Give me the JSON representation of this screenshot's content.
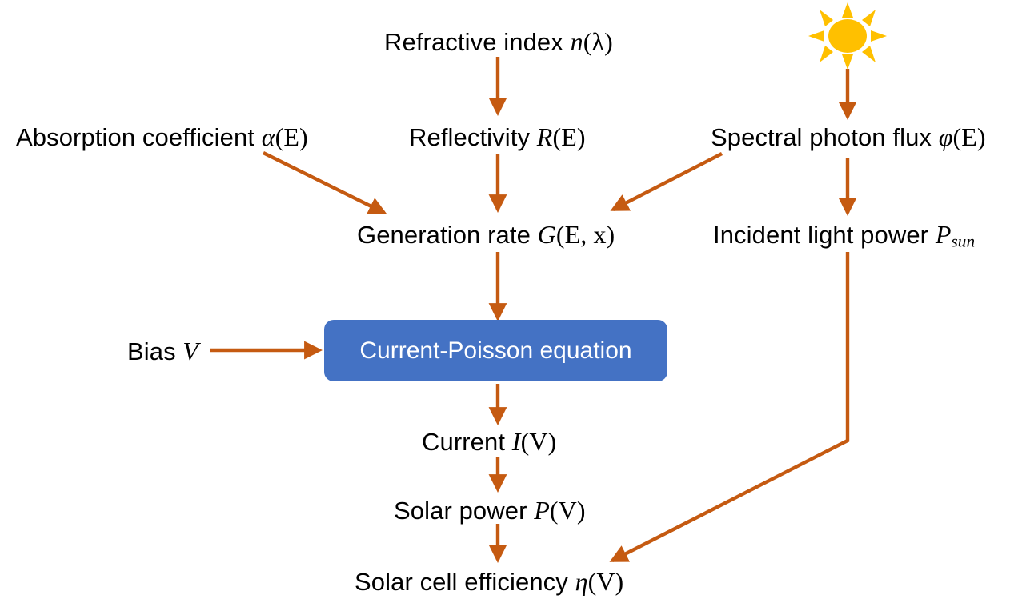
{
  "diagram": {
    "title": "Solar cell simulation flow chart",
    "colors": {
      "arrow": "#C55A11",
      "box_fill": "#4472C4",
      "box_text": "#FFFFFF",
      "sun": "#FFC000",
      "label_text": "#000000",
      "background": "#FFFFFF"
    },
    "nodes": {
      "refractive_index": {
        "text_plain": "Refractive index n(λ)",
        "prefix": "Refractive index ",
        "symbol": "n",
        "arg": "(λ)"
      },
      "absorption_coefficient": {
        "text_plain": "Absorption coefficient α(E)",
        "prefix": "Absorption coefficient ",
        "symbol": "α",
        "arg": "(E)"
      },
      "reflectivity": {
        "text_plain": "Reflectivity R(E)",
        "prefix": "Reflectivity ",
        "symbol": "R",
        "arg": "(E)"
      },
      "spectral_photon_flux": {
        "text_plain": "Spectral photon flux φ(E)",
        "prefix": "Spectral photon flux ",
        "symbol": "φ",
        "arg": "(E)"
      },
      "generation_rate": {
        "text_plain": "Generation rate G(E, x)",
        "prefix": "Generation rate ",
        "symbol": "G",
        "arg": "(E, x)"
      },
      "incident_light_power": {
        "text_plain": "Incident light power P_sun",
        "prefix": "Incident light power ",
        "symbol": "P",
        "subscript": "sun"
      },
      "bias": {
        "text_plain": "Bias V",
        "prefix": "Bias ",
        "symbol": "V",
        "arg": ""
      },
      "current_poisson_equation": {
        "text_plain": "Current-Poisson equation"
      },
      "current": {
        "text_plain": "Current I(V)",
        "prefix": "Current ",
        "symbol": "I",
        "arg": "(V)"
      },
      "solar_power": {
        "text_plain": "Solar power P(V)",
        "prefix": "Solar power ",
        "symbol": "P",
        "arg": "(V)"
      },
      "solar_cell_efficiency": {
        "text_plain": "Solar cell efficiency η(V)",
        "prefix": "Solar cell efficiency ",
        "symbol": "η",
        "arg": "(V)"
      },
      "sun": {
        "text_plain": "sun-icon"
      }
    },
    "edges": [
      {
        "from": "refractive_index",
        "to": "reflectivity",
        "kind": "vertical"
      },
      {
        "from": "absorption_coefficient",
        "to": "generation_rate",
        "kind": "diagonal"
      },
      {
        "from": "reflectivity",
        "to": "generation_rate",
        "kind": "vertical"
      },
      {
        "from": "spectral_photon_flux",
        "to": "generation_rate",
        "kind": "diagonal"
      },
      {
        "from": "sun",
        "to": "spectral_photon_flux",
        "kind": "vertical"
      },
      {
        "from": "spectral_photon_flux",
        "to": "incident_light_power",
        "kind": "vertical"
      },
      {
        "from": "generation_rate",
        "to": "current_poisson_equation",
        "kind": "vertical"
      },
      {
        "from": "bias",
        "to": "current_poisson_equation",
        "kind": "horizontal"
      },
      {
        "from": "current_poisson_equation",
        "to": "current",
        "kind": "vertical"
      },
      {
        "from": "current",
        "to": "solar_power",
        "kind": "vertical"
      },
      {
        "from": "solar_power",
        "to": "solar_cell_efficiency",
        "kind": "vertical"
      },
      {
        "from": "incident_light_power",
        "to": "solar_cell_efficiency",
        "kind": "elbow"
      }
    ]
  }
}
